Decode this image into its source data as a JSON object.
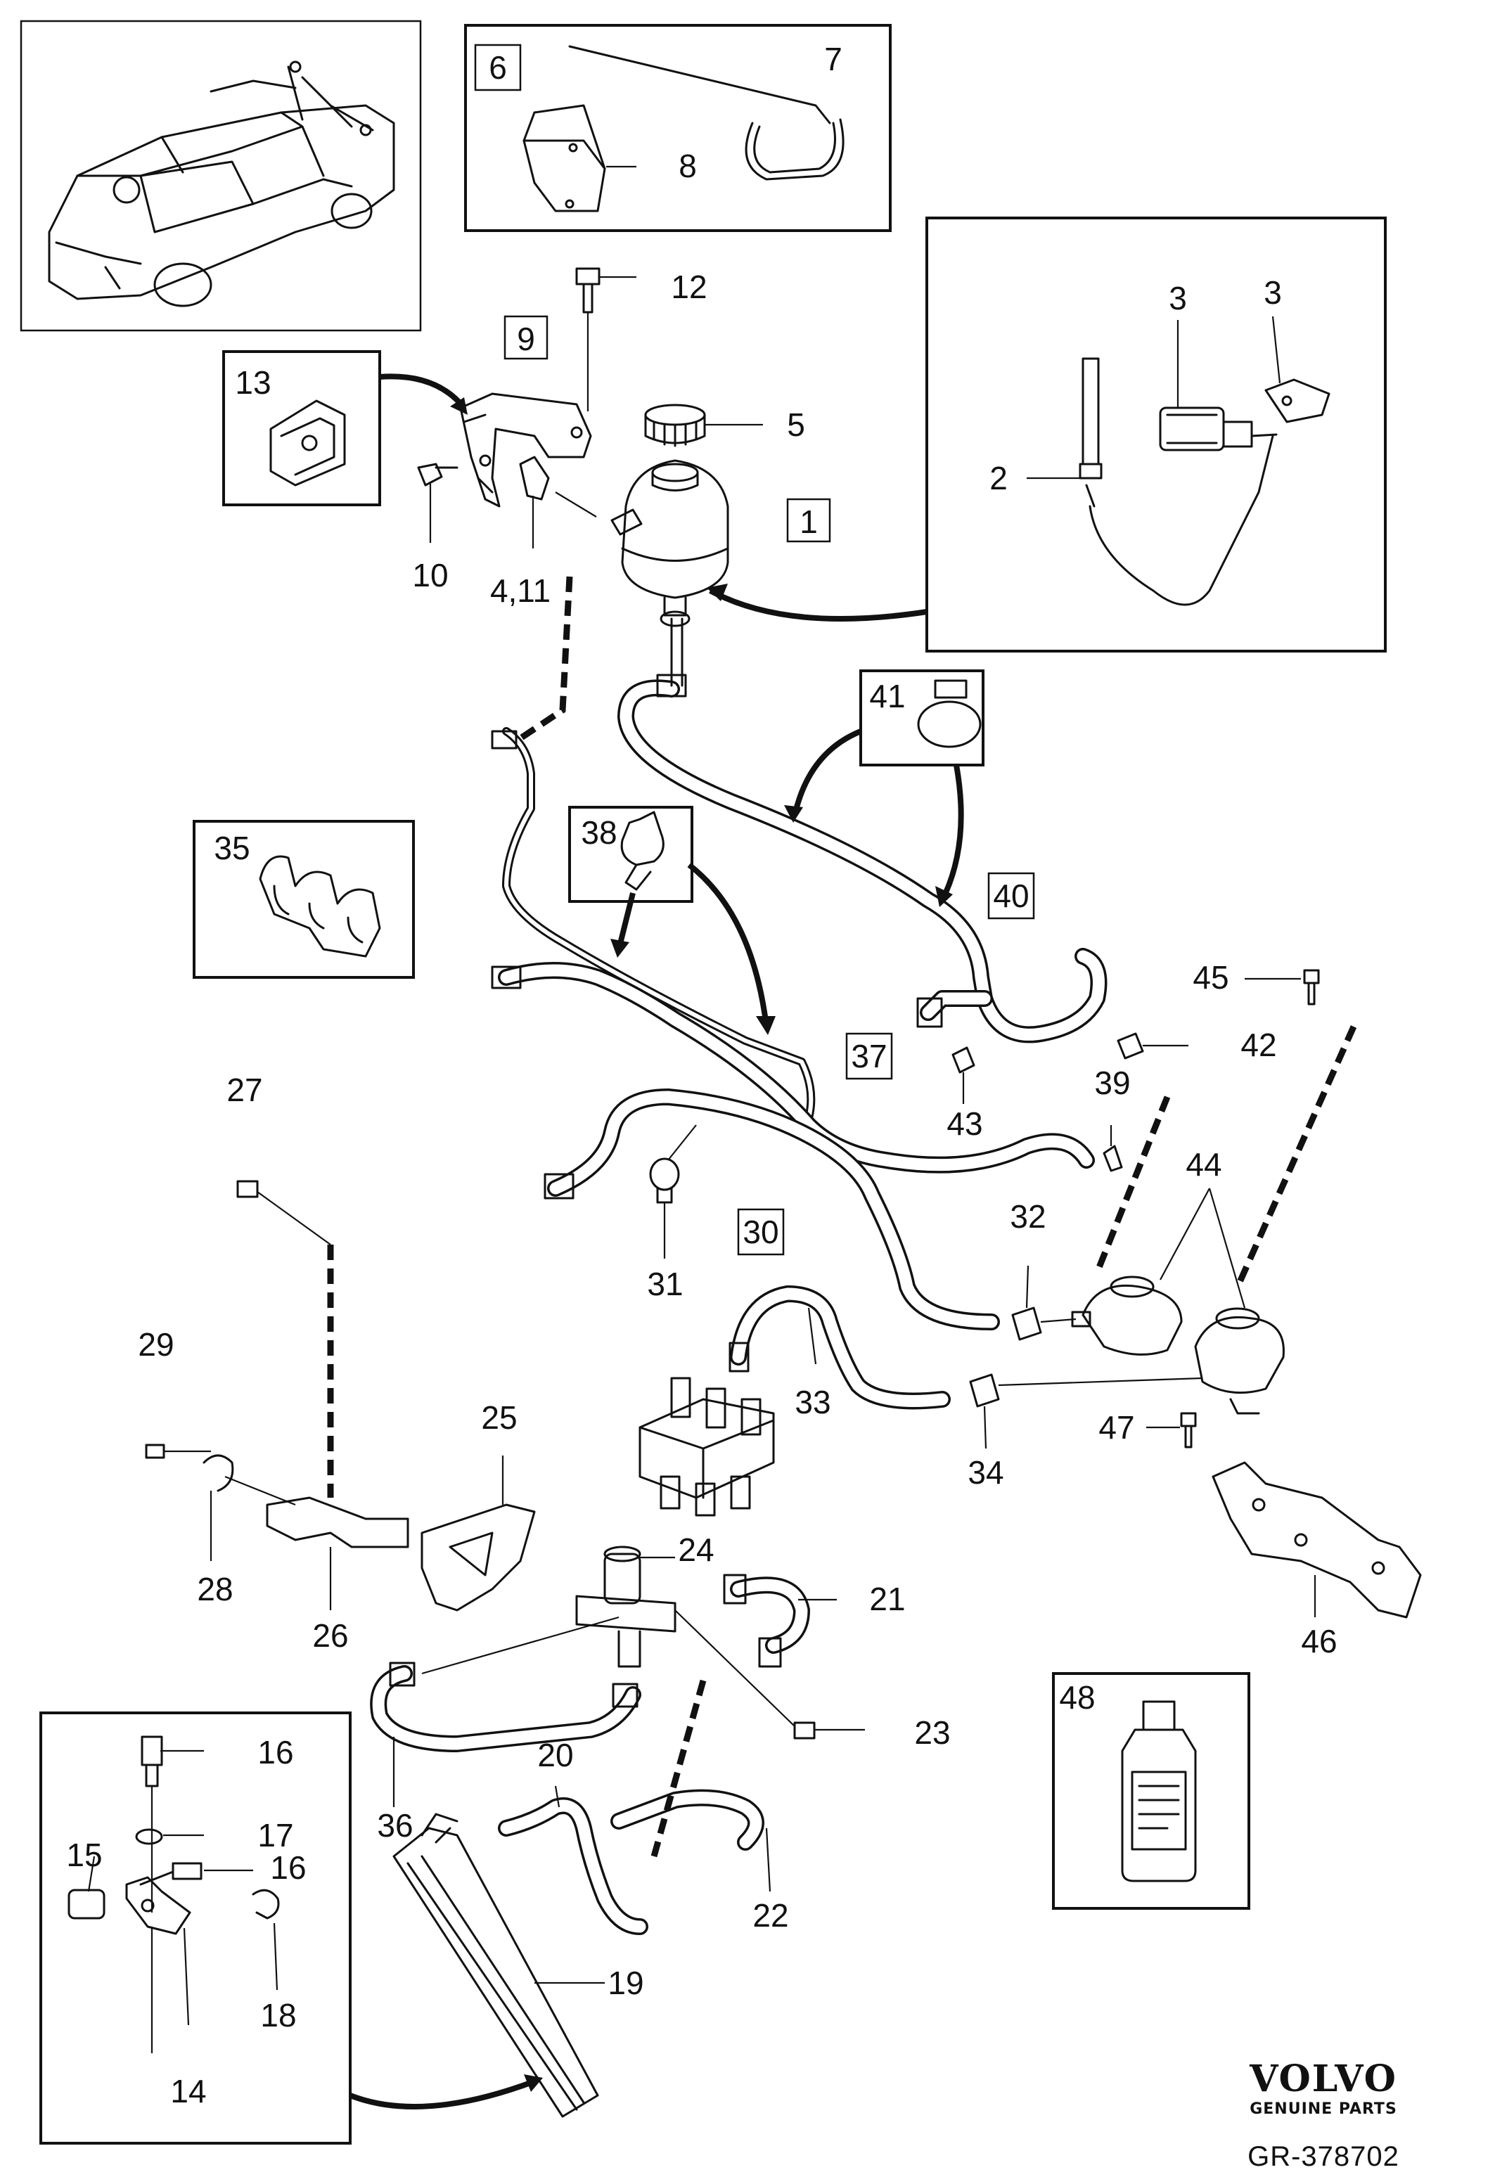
{
  "diagram": {
    "reference_code": "GR-378702",
    "brand": {
      "name": "VOLVO",
      "subtitle": "GENUINE PARTS"
    },
    "callouts": [
      {
        "id": "c1",
        "text": "1",
        "boxed": true
      },
      {
        "id": "c2",
        "text": "2",
        "boxed": false
      },
      {
        "id": "c3a",
        "text": "3",
        "boxed": false
      },
      {
        "id": "c3b",
        "text": "3",
        "boxed": false
      },
      {
        "id": "c4_11",
        "text": "4,11",
        "boxed": false
      },
      {
        "id": "c5",
        "text": "5",
        "boxed": false
      },
      {
        "id": "c6",
        "text": "6",
        "boxed": true
      },
      {
        "id": "c7",
        "text": "7",
        "boxed": false
      },
      {
        "id": "c8",
        "text": "8",
        "boxed": false
      },
      {
        "id": "c9",
        "text": "9",
        "boxed": true
      },
      {
        "id": "c10",
        "text": "10",
        "boxed": false
      },
      {
        "id": "c12",
        "text": "12",
        "boxed": false
      },
      {
        "id": "c13",
        "text": "13",
        "boxed": false
      },
      {
        "id": "c14",
        "text": "14",
        "boxed": false
      },
      {
        "id": "c15",
        "text": "15",
        "boxed": false
      },
      {
        "id": "c16a",
        "text": "16",
        "boxed": false
      },
      {
        "id": "c16b",
        "text": "16",
        "boxed": false
      },
      {
        "id": "c17",
        "text": "17",
        "boxed": false
      },
      {
        "id": "c18",
        "text": "18",
        "boxed": false
      },
      {
        "id": "c19",
        "text": "19",
        "boxed": false
      },
      {
        "id": "c20",
        "text": "20",
        "boxed": false
      },
      {
        "id": "c21",
        "text": "21",
        "boxed": false
      },
      {
        "id": "c22",
        "text": "22",
        "boxed": false
      },
      {
        "id": "c23",
        "text": "23",
        "boxed": false
      },
      {
        "id": "c24",
        "text": "24",
        "boxed": false
      },
      {
        "id": "c25",
        "text": "25",
        "boxed": false
      },
      {
        "id": "c26",
        "text": "26",
        "boxed": false
      },
      {
        "id": "c27",
        "text": "27",
        "boxed": false
      },
      {
        "id": "c28",
        "text": "28",
        "boxed": false
      },
      {
        "id": "c29",
        "text": "29",
        "boxed": false
      },
      {
        "id": "c30",
        "text": "30",
        "boxed": true
      },
      {
        "id": "c31",
        "text": "31",
        "boxed": false
      },
      {
        "id": "c32",
        "text": "32",
        "boxed": false
      },
      {
        "id": "c33",
        "text": "33",
        "boxed": false
      },
      {
        "id": "c34",
        "text": "34",
        "boxed": false
      },
      {
        "id": "c35",
        "text": "35",
        "boxed": false
      },
      {
        "id": "c36",
        "text": "36",
        "boxed": false
      },
      {
        "id": "c37",
        "text": "37",
        "boxed": true
      },
      {
        "id": "c38",
        "text": "38",
        "boxed": false
      },
      {
        "id": "c39",
        "text": "39",
        "boxed": false
      },
      {
        "id": "c40",
        "text": "40",
        "boxed": true
      },
      {
        "id": "c41",
        "text": "41",
        "boxed": false
      },
      {
        "id": "c42",
        "text": "42",
        "boxed": false
      },
      {
        "id": "c43",
        "text": "43",
        "boxed": false
      },
      {
        "id": "c44",
        "text": "44",
        "boxed": false
      },
      {
        "id": "c45",
        "text": "45",
        "boxed": false
      },
      {
        "id": "c46",
        "text": "46",
        "boxed": false
      },
      {
        "id": "c47",
        "text": "47",
        "boxed": false
      },
      {
        "id": "c48",
        "text": "48",
        "boxed": false
      }
    ]
  }
}
